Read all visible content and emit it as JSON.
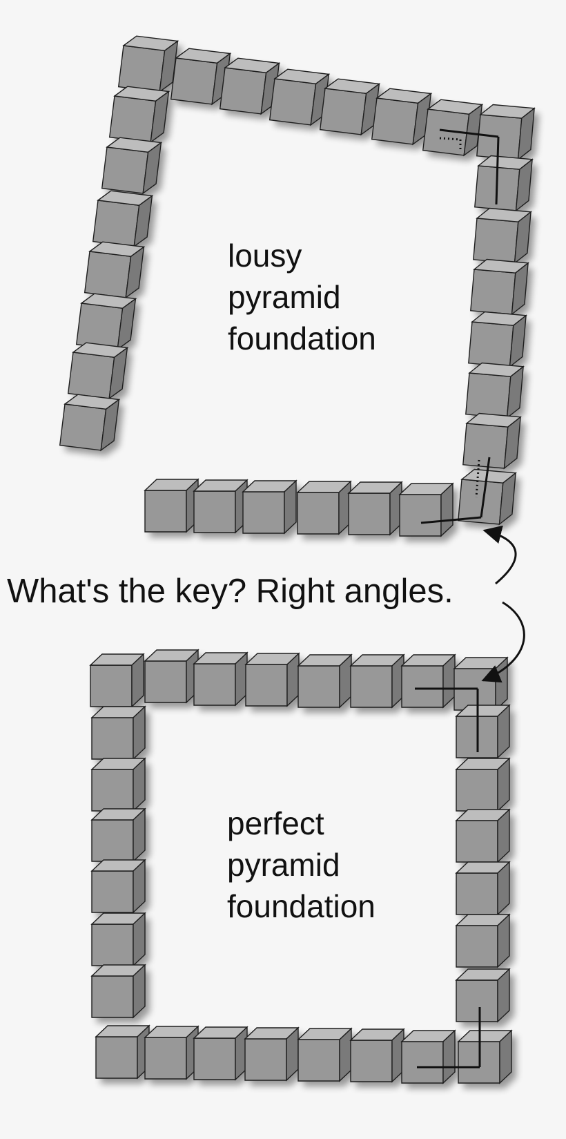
{
  "labels": {
    "lousy": [
      "lousy",
      "pyramid",
      "foundation"
    ],
    "perfect": [
      "perfect",
      "pyramid",
      "foundation"
    ],
    "caption": "What's the key? Right angles."
  },
  "colors": {
    "background": "#f6f6f6",
    "block_front": "#989898",
    "block_top": "#bdbdbd",
    "block_side": "#7a7a7a",
    "outline": "#1e1e1e"
  }
}
